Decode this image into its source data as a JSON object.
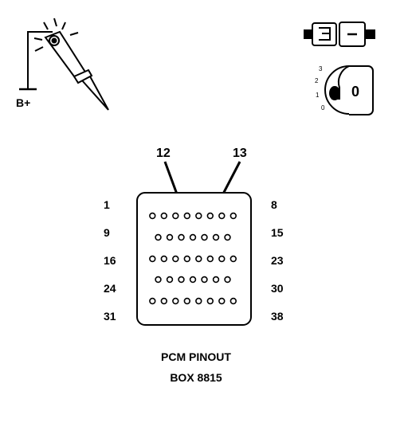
{
  "probe": {
    "supply_label": "B+",
    "icon": "test-light-probe-icon"
  },
  "connector_icon": {
    "icon": "connector-icon"
  },
  "ignition": {
    "icon": "ignition-key-icon",
    "positions": [
      "3",
      "2",
      "1",
      "0"
    ],
    "key_label": "0"
  },
  "callouts": [
    {
      "label": "12",
      "pin": 12
    },
    {
      "label": "13",
      "pin": 13
    }
  ],
  "pin_rows": [
    {
      "start": "1",
      "end": "8",
      "count": 8
    },
    {
      "start": "9",
      "end": "15",
      "count": 7
    },
    {
      "start": "16",
      "end": "23",
      "count": 8
    },
    {
      "start": "24",
      "end": "30",
      "count": 7
    },
    {
      "start": "31",
      "end": "38",
      "count": 8
    }
  ],
  "caption": {
    "line1": "PCM PINOUT",
    "line2": "BOX 8815"
  },
  "colors": {
    "ink": "#000000",
    "background": "#ffffff"
  }
}
